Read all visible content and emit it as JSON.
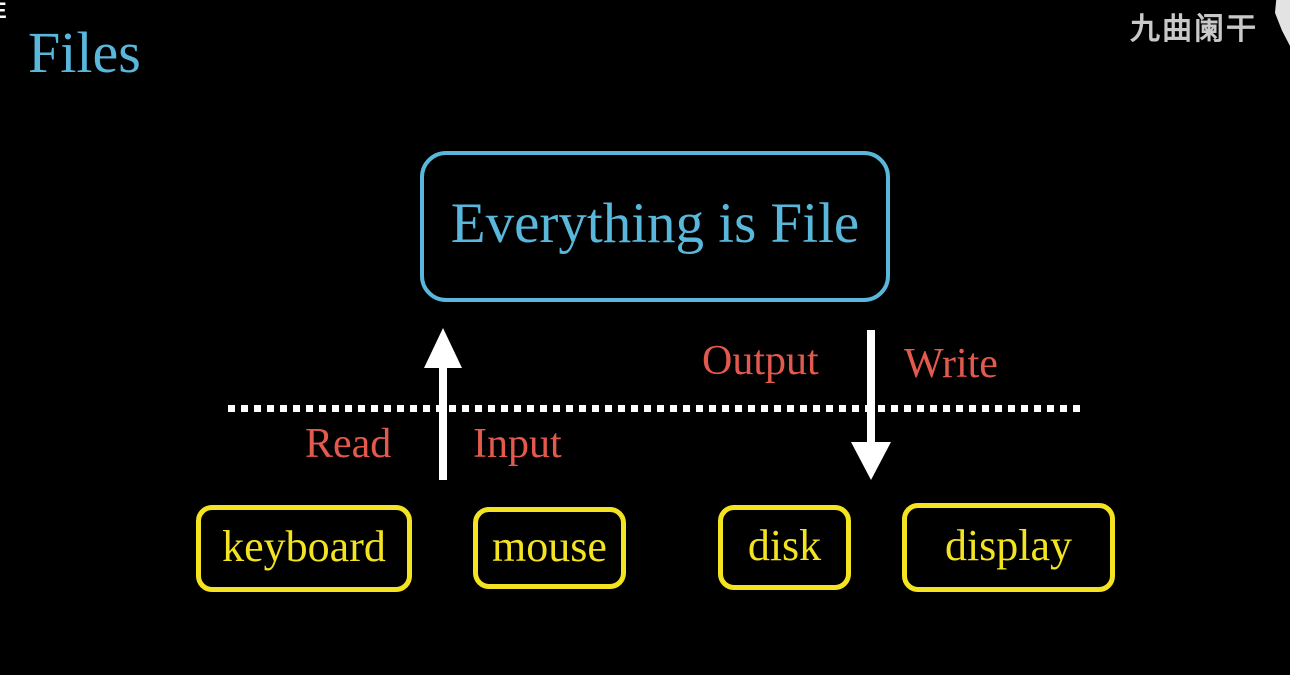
{
  "colors": {
    "blue": "#58b7db",
    "red": "#e2594e",
    "yellow": "#f3e321",
    "white": "#ffffff",
    "gray": "#c9c9c9",
    "background": "#000000"
  },
  "header": {
    "title": "Files",
    "watermark": "九曲阑干",
    "corner_glyph": "E"
  },
  "diagram": {
    "main_box": {
      "label": "Everything is File"
    },
    "boundary": {
      "style": "dotted",
      "color": "#ffffff"
    },
    "flows": {
      "up_arrow": {
        "direction": "up",
        "left_label": "Read",
        "right_label": "Input"
      },
      "down_arrow": {
        "direction": "down",
        "left_label": "Output",
        "right_label": "Write"
      }
    },
    "devices": [
      {
        "label": "keyboard"
      },
      {
        "label": "mouse"
      },
      {
        "label": "disk"
      },
      {
        "label": "display"
      }
    ]
  }
}
